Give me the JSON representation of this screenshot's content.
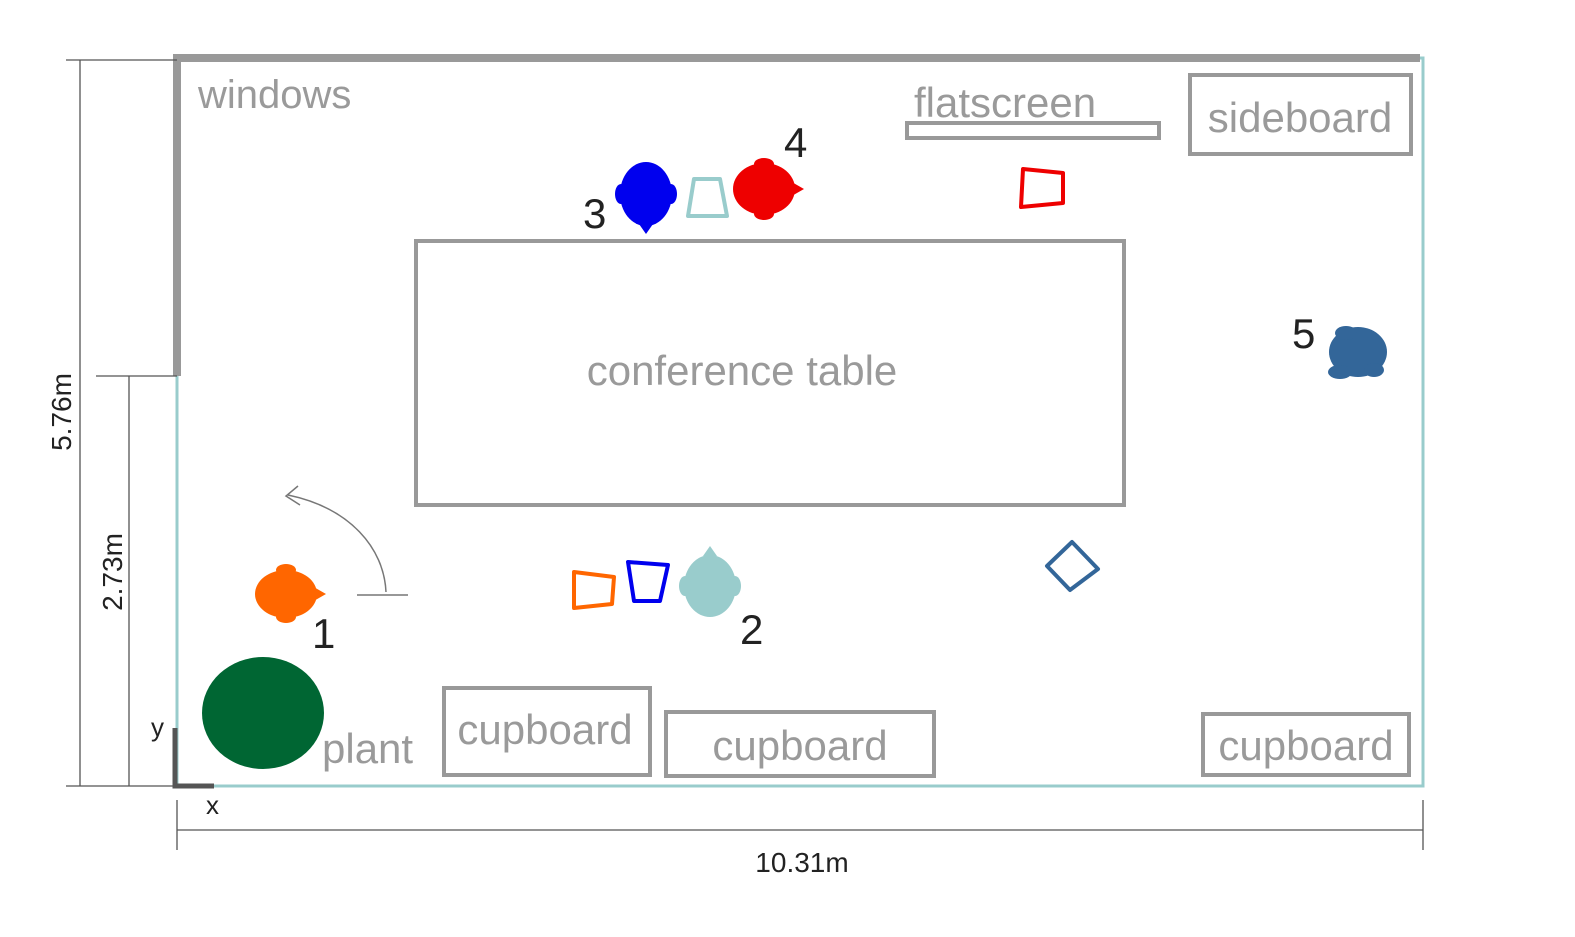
{
  "room": {
    "width_label": "10.31m",
    "height_label": "5.76m",
    "window_height_label": "2.73m",
    "axis_x": "x",
    "axis_y": "y"
  },
  "labels": {
    "windows": "windows",
    "flatscreen": "flatscreen",
    "sideboard": "sideboard",
    "conference_table": "conference table",
    "plant": "plant",
    "cupboard_1": "cupboard",
    "cupboard_2": "cupboard",
    "cupboard_3": "cupboard"
  },
  "persons": [
    {
      "id": "1",
      "color": "#ff6600"
    },
    {
      "id": "2",
      "color": "#99cccc"
    },
    {
      "id": "3",
      "color": "#0000ee"
    },
    {
      "id": "4",
      "color": "#ee0000"
    },
    {
      "id": "5",
      "color": "#336699"
    }
  ],
  "colors": {
    "wall": "#99cccc",
    "window_wall": "#999999",
    "furniture": "#999999",
    "plant": "#006633"
  }
}
